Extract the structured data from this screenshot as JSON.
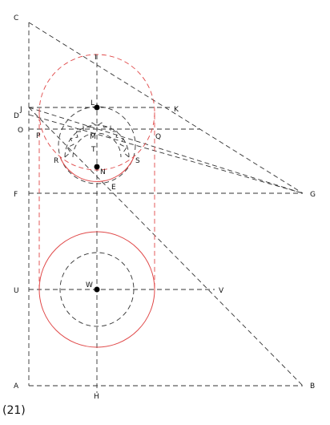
{
  "figure_label": "(21)",
  "labels": {
    "C": "C",
    "D": "D",
    "J": "J",
    "K": "K",
    "O": "O",
    "P": "P",
    "Q": "Q",
    "I": "I",
    "L": "L",
    "M": "M",
    "T": "T",
    "N": "N",
    "R": "R",
    "S": "S",
    "E": "E",
    "F": "F",
    "G": "G",
    "U": "U",
    "V": "V",
    "W": "W",
    "A": "A",
    "B": "B",
    "H": "H"
  },
  "colors": {
    "construction": "#333333",
    "highlight": "#e04848",
    "point": "#000000"
  }
}
